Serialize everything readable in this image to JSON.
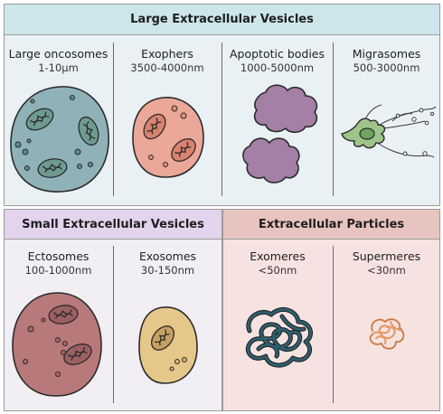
{
  "sections": {
    "large_ev": {
      "title": "Large Extracellular Vesicles",
      "items": [
        {
          "name": "Large oncosomes",
          "size": "1-10μm"
        },
        {
          "name": "Exophers",
          "size": "3500-4000nm"
        },
        {
          "name": "Apoptotic bodies",
          "size": "1000-5000nm"
        },
        {
          "name": "Migrasomes",
          "size": "500-3000nm"
        }
      ]
    },
    "small_ev": {
      "title": "Small Extracellular Vesicles",
      "items": [
        {
          "name": "Ectosomes",
          "size": "100-1000nm"
        },
        {
          "name": "Exosomes",
          "size": "30-150nm"
        }
      ]
    },
    "particles": {
      "title": "Extracellular Particles",
      "items": [
        {
          "name": "Exomeres",
          "size": "<50nm"
        },
        {
          "name": "Supermeres",
          "size": "<30nm"
        }
      ]
    }
  },
  "colors": {
    "large_ev_header": "#cde6ec",
    "large_ev_bg": "#eaf1f4",
    "small_ev_header": "#e3d3ec",
    "small_ev_bg": "#f2eff4",
    "particles_header": "#e8c4c0",
    "particles_bg": "#f6e3e1",
    "oncosome": "#8fb2b8",
    "exopher": "#eba898",
    "apoptotic": "#a47fa6",
    "migrasome": "#9fc48a",
    "ectosome": "#b8797b",
    "exosome": "#e6c78a",
    "exomere": "#2f5e6e",
    "supermere": "#e39b6a"
  }
}
